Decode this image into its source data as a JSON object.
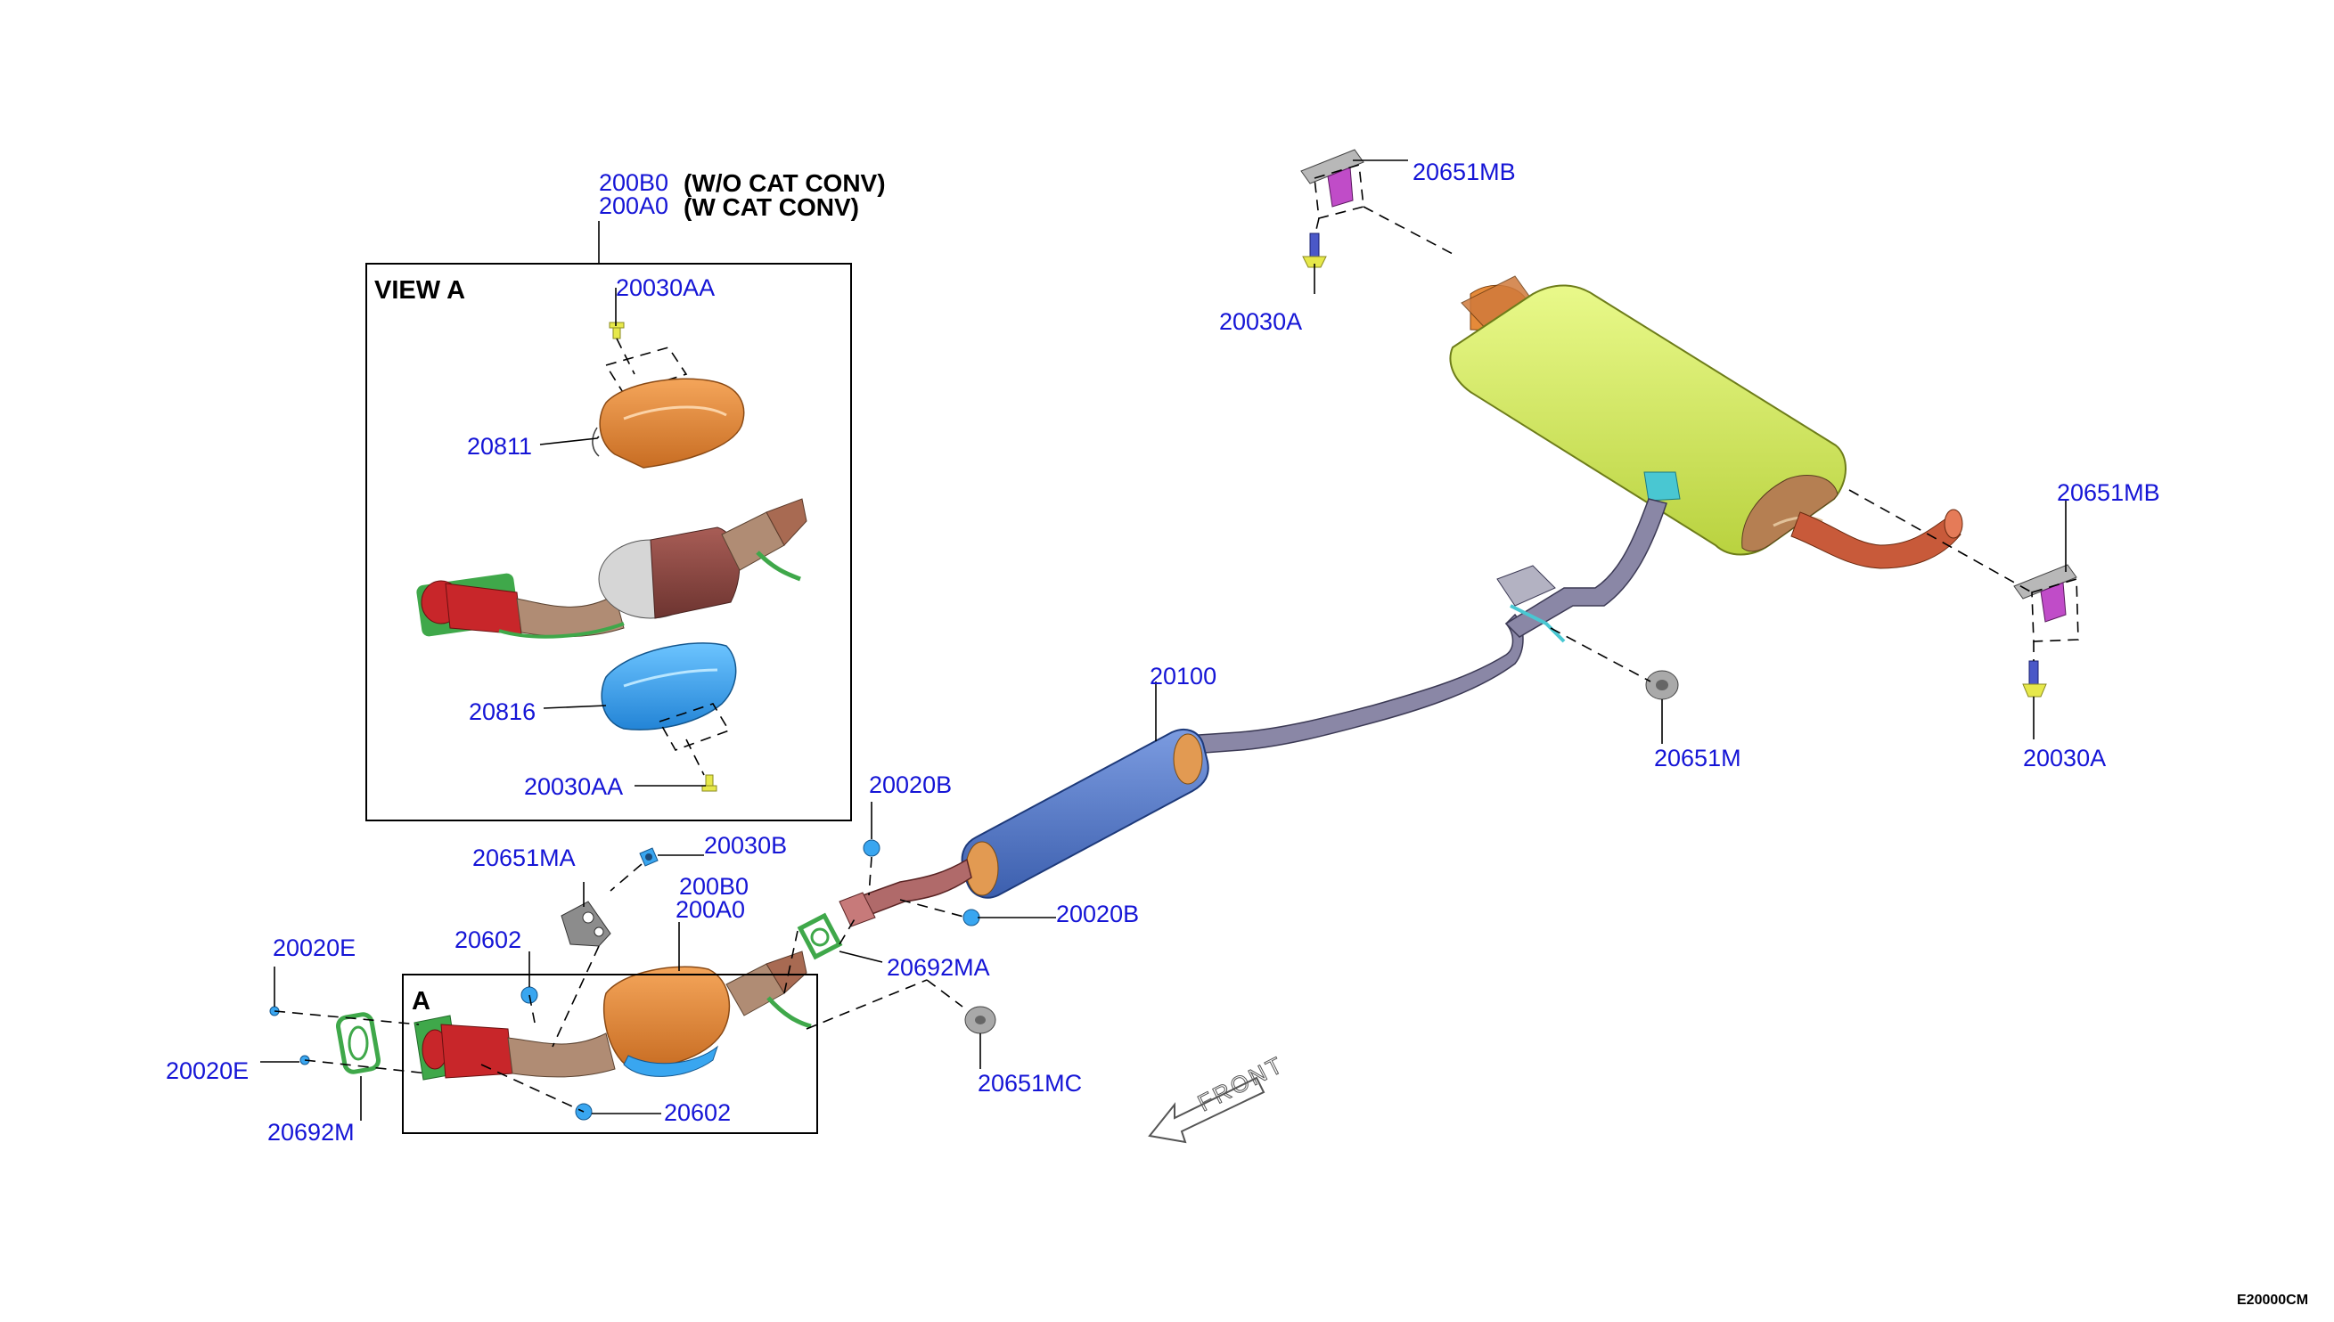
{
  "diagram": {
    "parts": {
      "p200b0_top": "200B0",
      "p200a0_top": "200A0",
      "p20030aa_top": "20030AA",
      "p20811": "20811",
      "p20816": "20816",
      "p20030aa_bottom": "20030AA",
      "p20651mb_top": "20651MB",
      "p20030a_top": "20030A",
      "p20651mb_right": "20651MB",
      "p20030a_right": "20030A",
      "p20651m": "20651M",
      "p20100": "20100",
      "p20020b_upper": "20020B",
      "p20020b_lower": "20020B",
      "p20651ma": "20651MA",
      "p20030b": "20030B",
      "p200b0_mid": "200B0",
      "p200a0_mid": "200A0",
      "p20602_upper": "20602",
      "p20602_lower": "20602",
      "p20692ma": "20692MA",
      "p20651mc": "20651MC",
      "p20020e_upper": "20020E",
      "p20020e_lower": "20020E",
      "p20692m": "20692M"
    },
    "notes": {
      "without_cat": "(W/O CAT CONV)",
      "with_cat": "(W CAT CONV)"
    },
    "view_box_title": "VIEW A",
    "detail_box_title": "A",
    "front_label": "FRONT",
    "diagram_code": "E20000CM",
    "colors": {
      "part_number": "#1515d6",
      "muffler": "#d7ef63",
      "pre_muffler": "#5577c8",
      "pipe": "#8a87a6",
      "heat_shield_upper": "#e58a3a",
      "heat_shield_lower": "#39a6f0",
      "converter": "#8e4a44",
      "flange_red": "#c8262a",
      "gasket_green": "#3fa84a",
      "tail_pipe": "#c85a3a"
    }
  }
}
